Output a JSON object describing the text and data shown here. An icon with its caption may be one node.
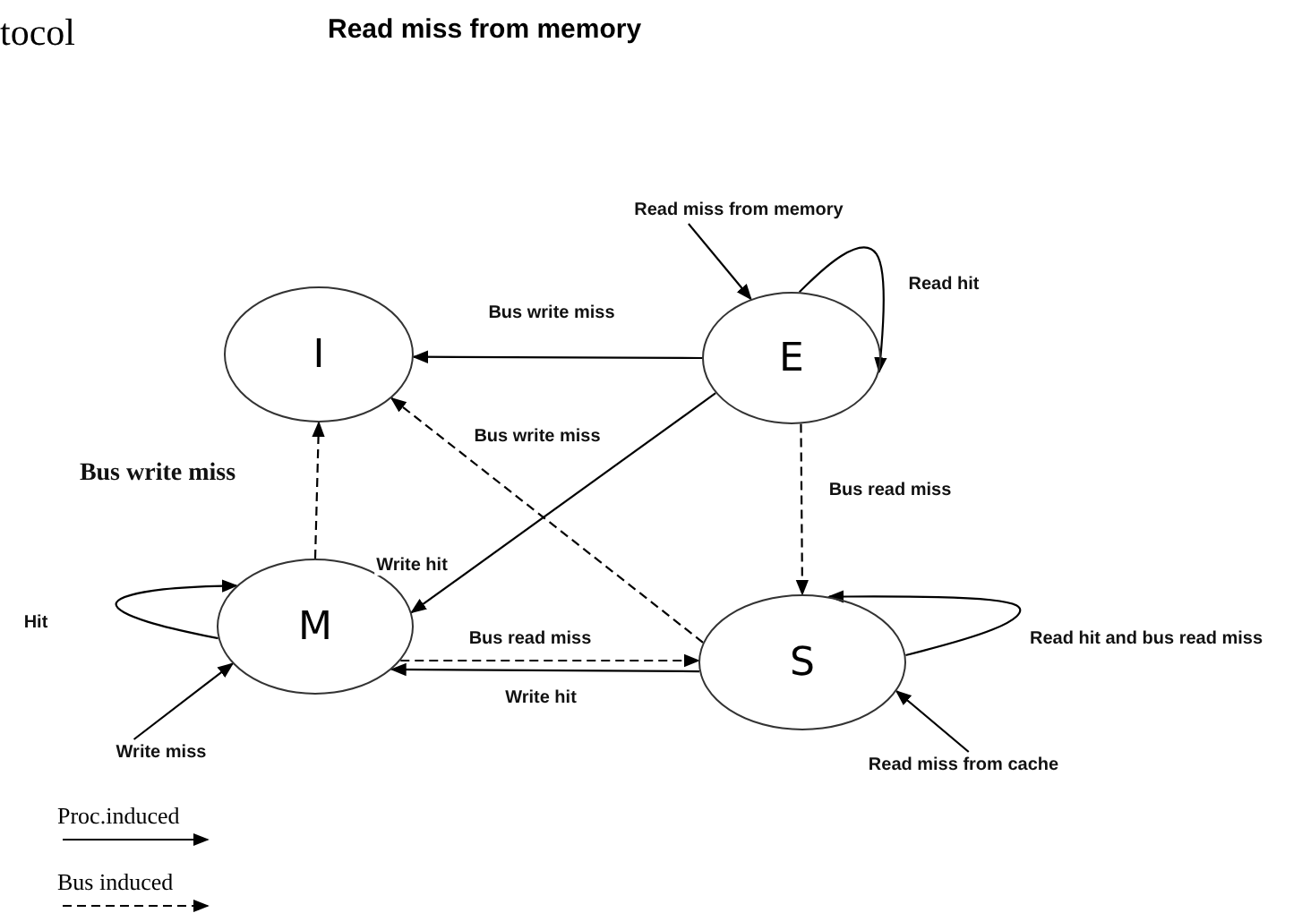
{
  "diagram": {
    "nodes": [
      {
        "text": [
          "Read miss from memory"
        ]
      },
      {
        "text": [
          "I"
        ]
      },
      {
        "text": [
          "E"
        ]
      },
      {
        "text": [
          "M"
        ]
      },
      {
        "text": [
          "S"
        ]
      },
      {
        "text": [
          "Write miss"
        ]
      },
      {
        "text": [
          "Read miss from cache"
        ]
      }
    ],
    "edges": [
      {
        "from": 0,
        "to": 2,
        "arrow": "to"
      },
      {
        "from": 2,
        "to": 2,
        "arrow": "to",
        "label": "Read hit"
      },
      {
        "from": 2,
        "to": 1,
        "arrow": "to",
        "label": "Bus write miss"
      },
      {
        "from": 4,
        "to": 1,
        "arrow": "to",
        "style": "dashed",
        "label": "Bus write miss"
      },
      {
        "from": 3,
        "to": 1,
        "arrow": "to",
        "style": "dashed",
        "label": "Bus write miss"
      },
      {
        "from": 2,
        "to": 4,
        "arrow": "to",
        "style": "dashed",
        "label": "Bus read miss"
      },
      {
        "from": 2,
        "to": 3,
        "arrow": "to",
        "label": "Write hit"
      },
      {
        "from": 3,
        "to": 3,
        "arrow": "to",
        "label": "Hit"
      },
      {
        "from": 3,
        "to": 4,
        "arrow": "to",
        "style": "dashed",
        "label": "Bus read miss"
      },
      {
        "from": 4,
        "to": 3,
        "arrow": "to",
        "label": "Write hit"
      },
      {
        "from": 4,
        "to": 4,
        "arrow": "to",
        "label": "Read hit and bus read miss"
      },
      {
        "from": 5,
        "to": 3,
        "arrow": "to"
      },
      {
        "from": 6,
        "to": 4,
        "arrow": "to"
      }
    ],
    "labels": [
      "tocol",
      "Read miss from memory"
    ],
    "legend": [
      {
        "text": "Proc.induced"
      },
      {
        "text": "Bus induced"
      }
    ]
  }
}
